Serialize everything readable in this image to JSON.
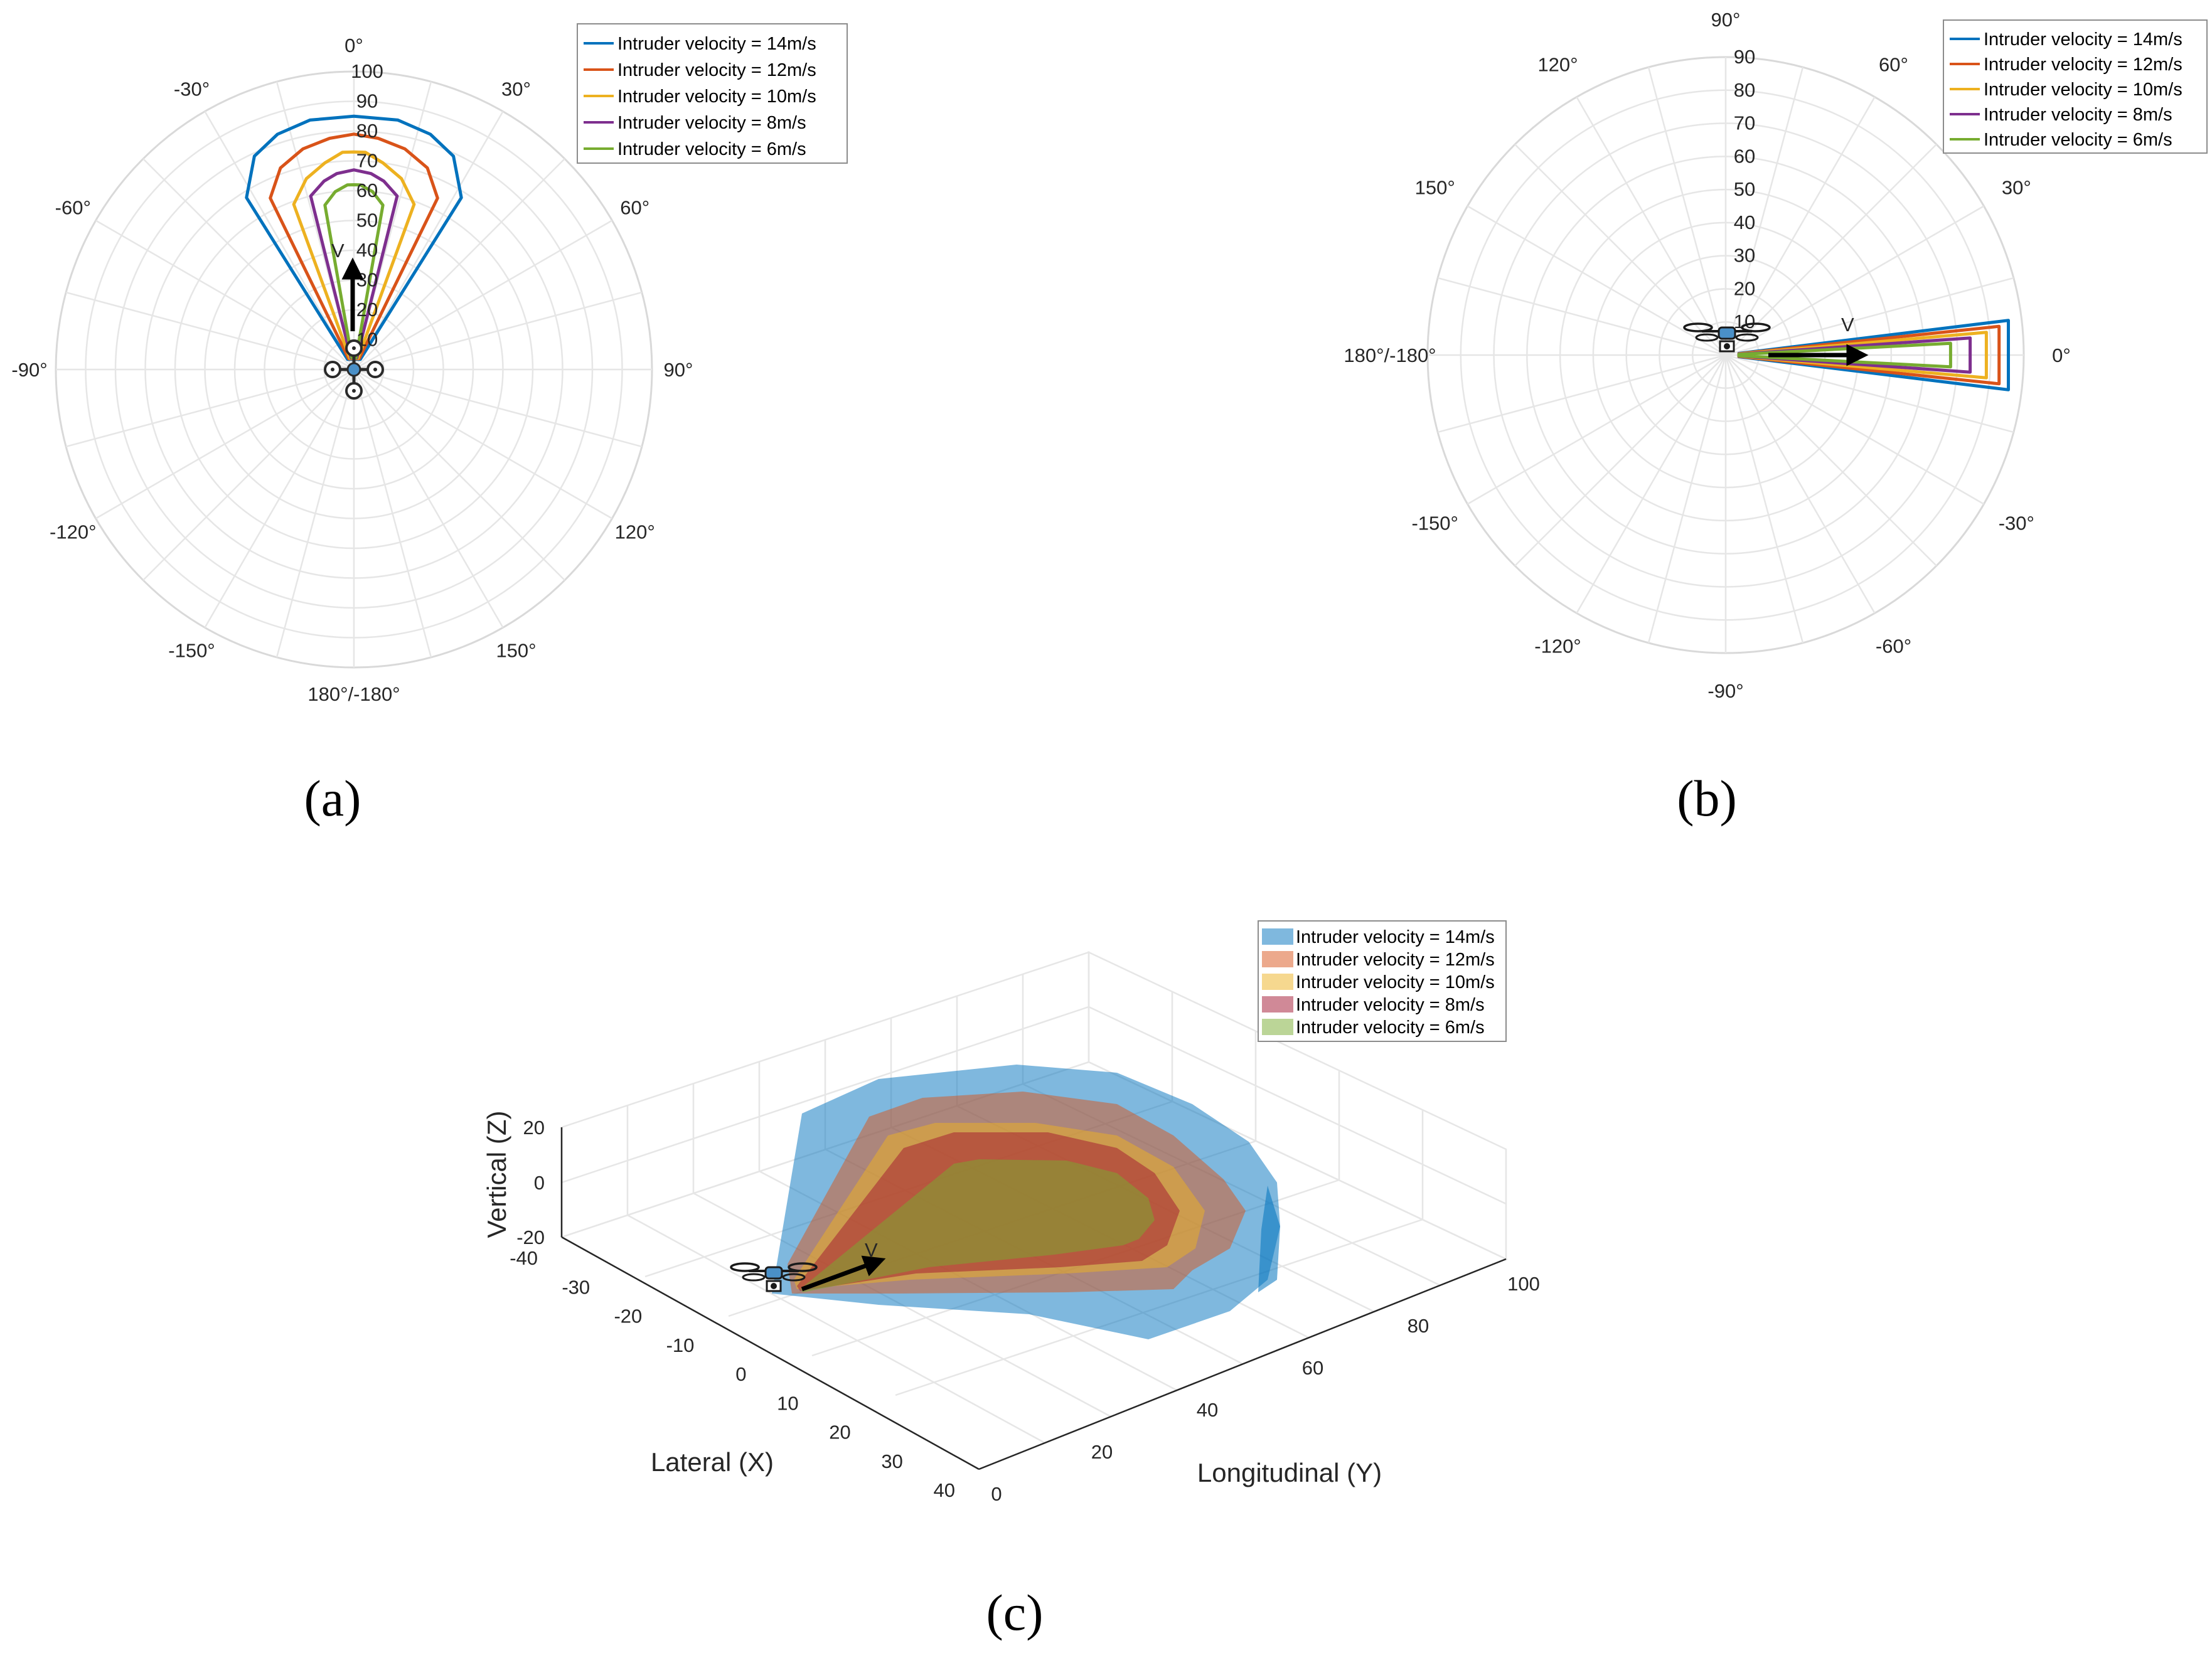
{
  "panels": {
    "a": {
      "label": "(a)"
    },
    "b": {
      "label": "(b)"
    },
    "c": {
      "label": "(c)"
    }
  },
  "velocity_marker": "V",
  "chart_data": [
    {
      "panel": "a",
      "type": "line",
      "projection": "polar",
      "theta_zero": "top",
      "theta_direction": "clockwise",
      "r_ticks": [
        "10",
        "20",
        "30",
        "40",
        "50",
        "60",
        "70",
        "80",
        "90",
        "100"
      ],
      "rlim": [
        0,
        100
      ],
      "angle_ticks": [
        "0°",
        "30°",
        "60°",
        "90°",
        "120°",
        "150°",
        "180°/-180°",
        "-150°",
        "-120°",
        "-90°",
        "-60°",
        "-30°"
      ],
      "legend": {
        "placement": "top-right"
      },
      "series": [
        {
          "name": "Intruder velocity = 14m/s",
          "color": "#0072BD",
          "theta": [
            -32,
            -25,
            -18,
            -10,
            0,
            10,
            18,
            25,
            32,
            32,
            -32
          ],
          "r": [
            68,
            79,
            83,
            85,
            85,
            85,
            83,
            79,
            68,
            4,
            4
          ]
        },
        {
          "name": "Intruder velocity = 12m/s",
          "color": "#D95319",
          "theta": [
            -26,
            -20,
            -13,
            -6,
            0,
            6,
            13,
            20,
            26,
            26,
            -26
          ],
          "r": [
            64,
            72,
            76,
            78,
            79,
            78,
            76,
            72,
            64,
            4,
            4
          ]
        },
        {
          "name": "Intruder velocity = 10m/s",
          "color": "#EDB120",
          "theta": [
            -20,
            -14,
            -8,
            -3,
            0,
            3,
            8,
            14,
            20,
            20,
            -20
          ],
          "r": [
            59,
            66,
            70,
            73,
            73,
            73,
            70,
            66,
            59,
            4,
            4
          ]
        },
        {
          "name": "Intruder velocity = 8m/s",
          "color": "#7E2F8E",
          "theta": [
            -14,
            -9,
            -5,
            0,
            5,
            9,
            14,
            14,
            -14
          ],
          "r": [
            60,
            64,
            66,
            67,
            66,
            64,
            60,
            4,
            4
          ]
        },
        {
          "name": "Intruder velocity = 6m/s",
          "color": "#77AC30",
          "theta": [
            -10,
            -6,
            -2,
            0,
            2,
            6,
            10,
            10,
            -10
          ],
          "r": [
            56,
            60,
            62,
            62,
            62,
            60,
            56,
            4,
            4
          ]
        }
      ]
    },
    {
      "panel": "b",
      "type": "line",
      "projection": "polar",
      "theta_zero": "right",
      "theta_direction": "counterclockwise",
      "r_ticks": [
        "10",
        "20",
        "30",
        "40",
        "50",
        "60",
        "70",
        "80",
        "90"
      ],
      "rlim": [
        0,
        90
      ],
      "angle_ticks": [
        "0°",
        "30°",
        "60°",
        "90°",
        "120°",
        "150°",
        "180°/-180°",
        "-150°",
        "-120°",
        "-90°",
        "-60°",
        "-30°"
      ],
      "legend": {
        "placement": "top-right"
      },
      "series": [
        {
          "name": "Intruder velocity = 14m/s",
          "color": "#0072BD",
          "theta": [
            7,
            -7,
            -7,
            7
          ],
          "r": [
            86,
            86,
            4,
            4
          ]
        },
        {
          "name": "Intruder velocity = 12m/s",
          "color": "#D95319",
          "theta": [
            6,
            -6,
            -6,
            6
          ],
          "r": [
            83,
            83,
            4,
            4
          ]
        },
        {
          "name": "Intruder velocity = 10m/s",
          "color": "#EDB120",
          "theta": [
            5,
            -5,
            -5,
            5
          ],
          "r": [
            79,
            79,
            4,
            4
          ]
        },
        {
          "name": "Intruder velocity = 8m/s",
          "color": "#7E2F8E",
          "theta": [
            4,
            -4,
            -4,
            4
          ],
          "r": [
            74,
            74,
            4,
            4
          ]
        },
        {
          "name": "Intruder velocity = 6m/s",
          "color": "#77AC30",
          "theta": [
            3,
            -3,
            -3,
            3
          ],
          "r": [
            68,
            68,
            4,
            4
          ]
        }
      ]
    },
    {
      "panel": "c",
      "type": "area",
      "projection": "3d",
      "xlabel": "Lateral (X)",
      "ylabel": "Longitudinal (Y)",
      "zlabel": "Vertical (Z)",
      "xlim": [
        -40,
        40
      ],
      "ylim": [
        0,
        100
      ],
      "zlim": [
        -20,
        20
      ],
      "x_ticks": [
        "-40",
        "-30",
        "-20",
        "-10",
        "0",
        "10",
        "20",
        "30",
        "40"
      ],
      "y_ticks": [
        "0",
        "20",
        "40",
        "60",
        "80",
        "100"
      ],
      "z_ticks": [
        "-20",
        "0",
        "20"
      ],
      "grid": true,
      "legend": {
        "placement": "top-right"
      },
      "series": [
        {
          "name": "Intruder velocity = 14m/s",
          "color": "#0072BD",
          "alpha": 0.5
        },
        {
          "name": "Intruder velocity = 12m/s",
          "color": "#D95319",
          "alpha": 0.5
        },
        {
          "name": "Intruder velocity = 10m/s",
          "color": "#EDB120",
          "alpha": 0.5
        },
        {
          "name": "Intruder velocity = 8m/s",
          "color": "#A2142F",
          "alpha": 0.5
        },
        {
          "name": "Intruder velocity = 6m/s",
          "color": "#77AC30",
          "alpha": 0.5
        }
      ]
    }
  ]
}
